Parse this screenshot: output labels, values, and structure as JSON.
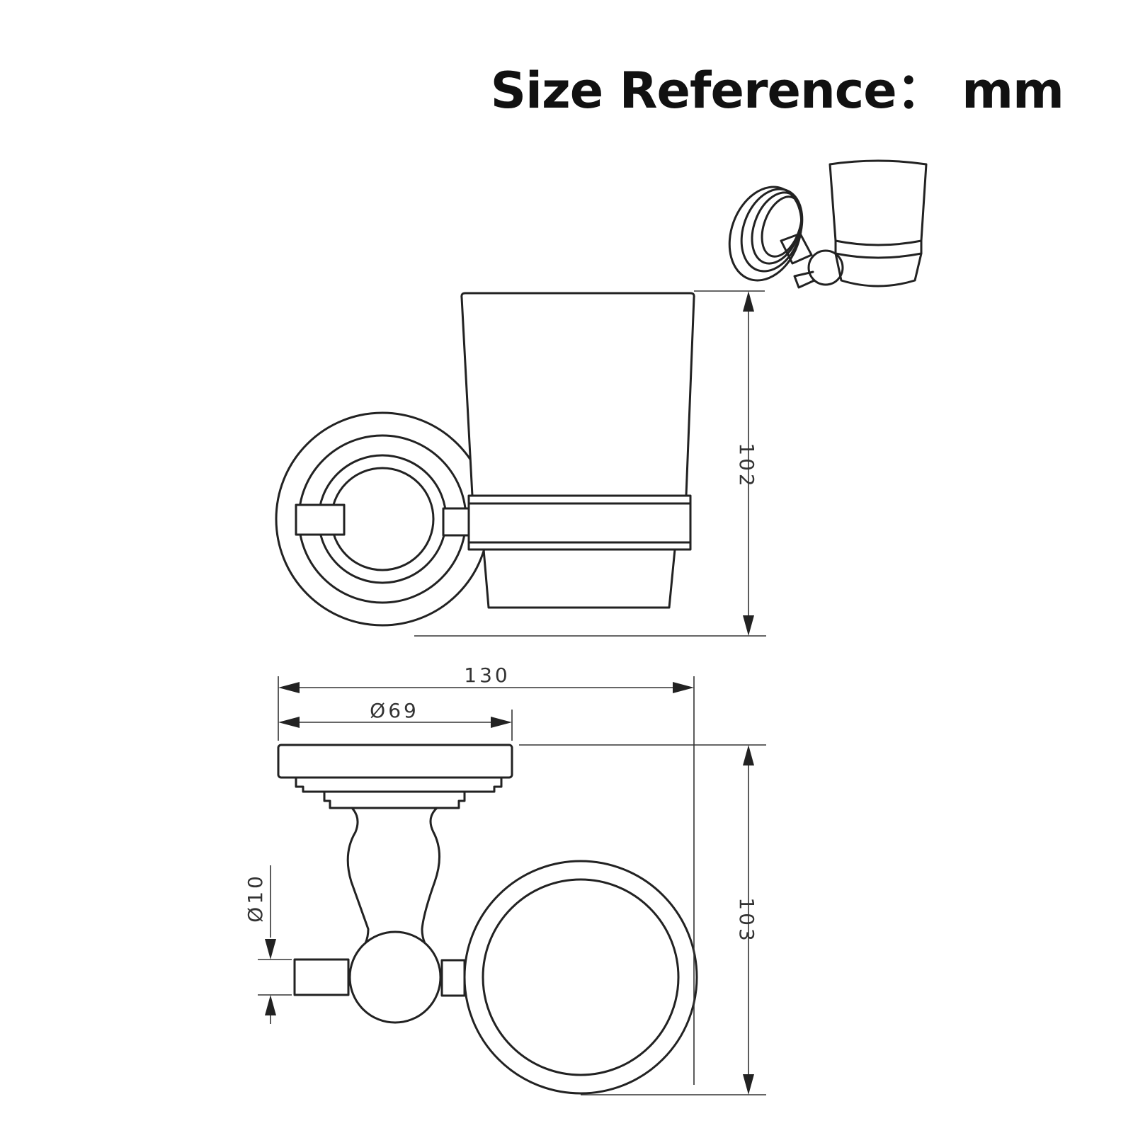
{
  "title": "Size Reference： mm",
  "dimensions": {
    "height_front": "102",
    "overall_width": "130",
    "base_diameter": "Ø69",
    "overall_depth": "103",
    "rod_diameter": "Ø10"
  },
  "colors": {
    "line": "#222222",
    "background": "#ffffff"
  }
}
